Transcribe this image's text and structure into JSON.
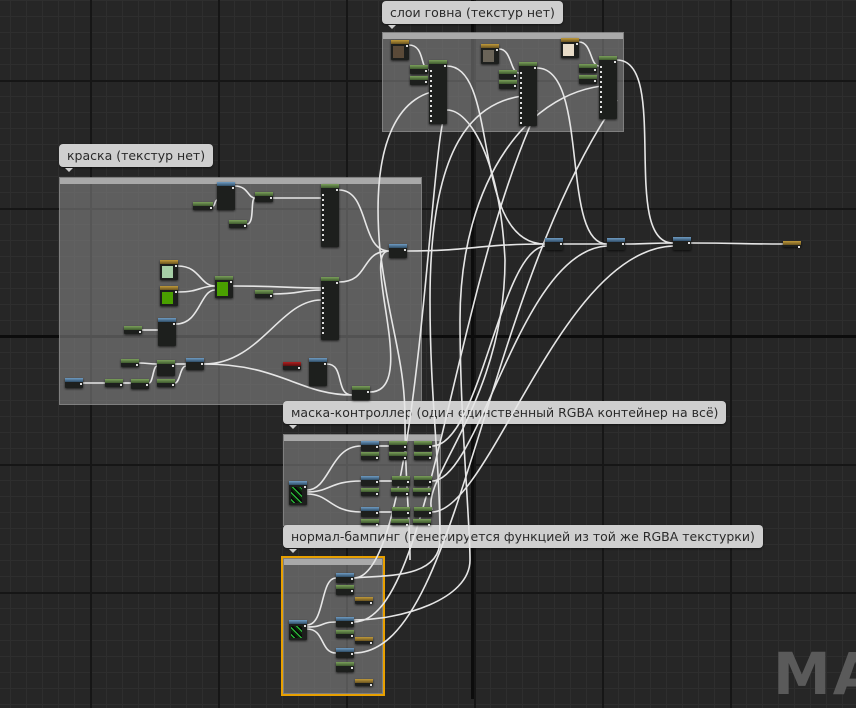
{
  "comments": {
    "layers": "слои говна (текстур нет)",
    "paint": "краска (текстур нет)",
    "mask": "маска-контроллер (один единственный RGBA контейнер на всё)",
    "normal": "нормал-бампинг (генерируется функцией из той же RGBA текстурки)"
  },
  "watermark": "MA",
  "colors": {
    "swatch_layer1": "#5a4a38",
    "swatch_layer2": "#6a6458",
    "swatch_layer3": "#e8dcc8",
    "swatch_paint1": "#a6cfa6",
    "swatch_paint2": "#4aa000",
    "selection": "#e8a000"
  }
}
